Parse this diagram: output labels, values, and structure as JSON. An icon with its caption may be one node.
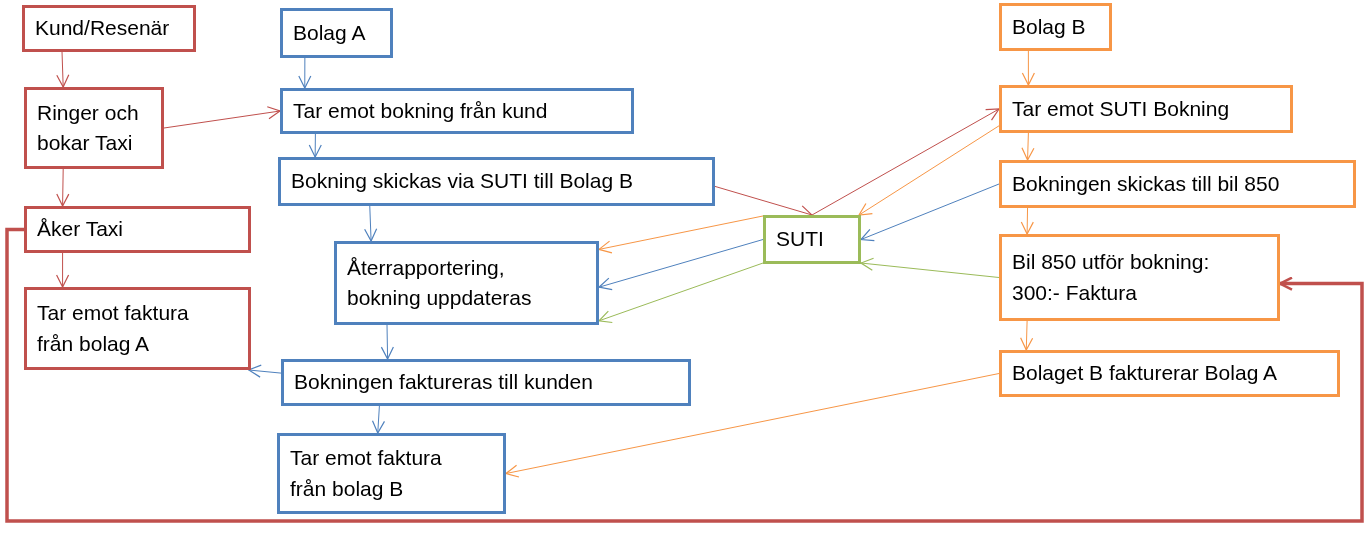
{
  "diagram": {
    "nodes": [
      {
        "text": [
          "Kund/Resenär"
        ]
      },
      {
        "text": [
          "Ringer och bokar Taxi"
        ]
      },
      {
        "text": [
          "Åker Taxi"
        ]
      },
      {
        "text": [
          "Tar emot faktura från bolag A"
        ]
      },
      {
        "text": [
          "Bolag A"
        ]
      },
      {
        "text": [
          "Tar emot bokning från kund"
        ]
      },
      {
        "text": [
          "Bokning skickas via SUTI till Bolag B"
        ]
      },
      {
        "text": [
          "Återrapportering, bokning uppdateras"
        ]
      },
      {
        "text": [
          "Bokningen faktureras till kunden"
        ]
      },
      {
        "text": [
          "Tar emot faktura från bolag B"
        ]
      },
      {
        "text": [
          "SUTI"
        ]
      },
      {
        "text": [
          "Bolag B"
        ]
      },
      {
        "text": [
          "Tar emot SUTI Bokning"
        ]
      },
      {
        "text": [
          "Bokningen skickas till bil 850"
        ]
      },
      {
        "text": [
          "Bil 850 utför bokning: 300:- Faktura"
        ]
      },
      {
        "text": [
          "Bolaget B fakturerar Bolag A"
        ]
      }
    ],
    "edges": [
      {
        "from": 0,
        "to": 1,
        "arrow": "to",
        "color": "#c0504d"
      },
      {
        "from": 1,
        "to": 5,
        "arrow": "to",
        "color": "#c0504d"
      },
      {
        "from": 1,
        "to": 2,
        "arrow": "to",
        "color": "#c0504d"
      },
      {
        "from": 2,
        "to": 3,
        "arrow": "to",
        "color": "#c0504d"
      },
      {
        "from": 4,
        "to": 5,
        "arrow": "to"
      },
      {
        "from": 5,
        "to": 6,
        "arrow": "to"
      },
      {
        "from": 6,
        "to": 7,
        "arrow": "to"
      },
      {
        "from": 6,
        "to": 10,
        "arrow": "to",
        "color": "#c0504d"
      },
      {
        "from": 10,
        "to": 12,
        "arrow": "to",
        "color": "#c0504d"
      },
      {
        "from": 12,
        "to": 10,
        "arrow": "to",
        "color": "#f79646"
      },
      {
        "from": 10,
        "to": 7,
        "arrow": "to",
        "color": "#f79646"
      },
      {
        "from": 13,
        "to": 10,
        "arrow": "to"
      },
      {
        "from": 10,
        "to": 7,
        "arrow": "to"
      },
      {
        "from": 10,
        "to": 7,
        "arrow": "to",
        "color": "#9bbb59"
      },
      {
        "from": 14,
        "to": 10,
        "arrow": "to",
        "color": "#9bbb59"
      },
      {
        "from": 7,
        "to": 8,
        "arrow": "to"
      },
      {
        "from": 8,
        "to": 3,
        "arrow": "to"
      },
      {
        "from": 8,
        "to": 9,
        "arrow": "to"
      },
      {
        "from": 11,
        "to": 12,
        "arrow": "to",
        "color": "#f79646"
      },
      {
        "from": 12,
        "to": 13,
        "arrow": "to",
        "color": "#f79646"
      },
      {
        "from": 13,
        "to": 14,
        "arrow": "to",
        "color": "#f79646"
      },
      {
        "from": 14,
        "to": 15,
        "arrow": "to",
        "color": "#f79646"
      },
      {
        "from": 15,
        "to": 9,
        "arrow": "to",
        "color": "#f79646"
      },
      {
        "from": 2,
        "to": 14,
        "arrow": "to",
        "style": "thick",
        "color": "#c0504d"
      }
    ]
  }
}
